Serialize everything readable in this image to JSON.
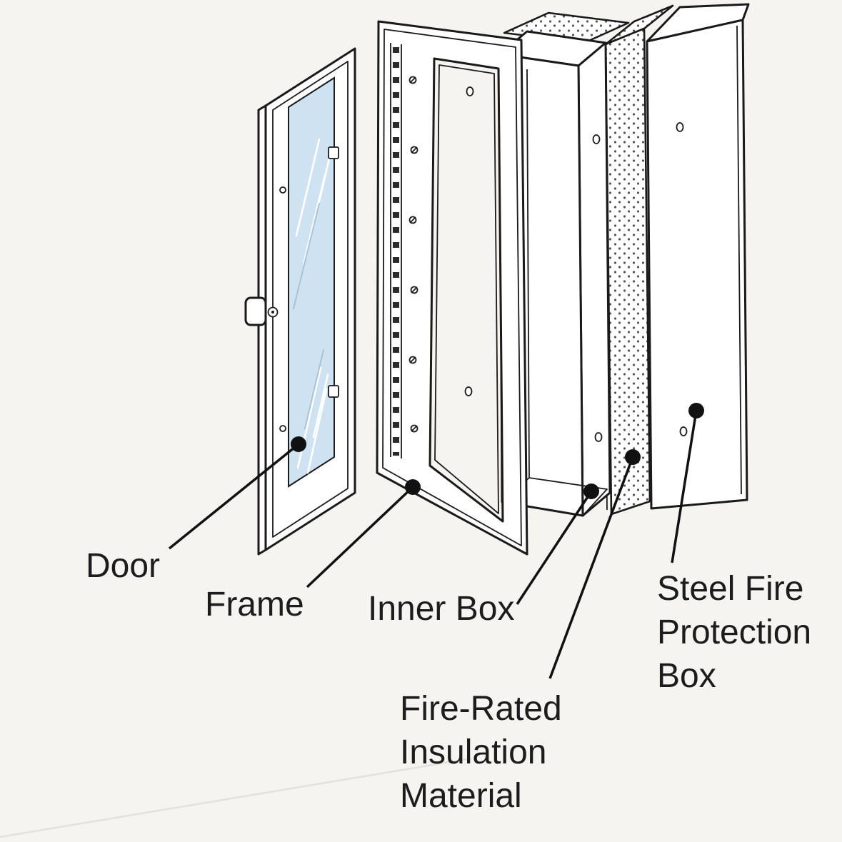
{
  "figure": {
    "labels": {
      "door": "Door",
      "frame": "Frame",
      "inner_box": "Inner Box",
      "steel_box_lines": [
        "Steel Fire",
        "Protection",
        "Box"
      ],
      "insulation_lines": [
        "Fire-Rated",
        "Insulation",
        "Material"
      ]
    },
    "colors": {
      "background": "#f6f4f1",
      "outline": "#1a1a1a",
      "glass": "#cfe2f2",
      "label_text": "#1c1c1c"
    }
  }
}
